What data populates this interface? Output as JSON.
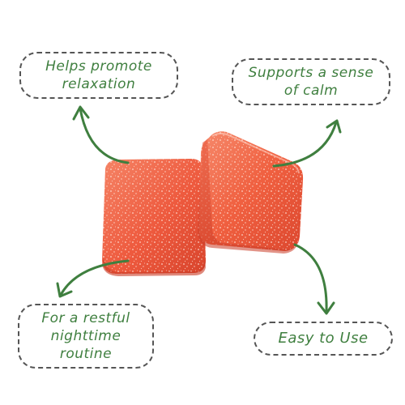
{
  "colors": {
    "background": "#ffffff",
    "callout_text": "#3f7f3f",
    "callout_border": "#555555",
    "arrow": "#3f7f3f",
    "gummy_main": "#ee5a3e",
    "gummy_light": "#f47b5e",
    "gummy_dark": "#d9412a",
    "sugar": "#ffe6dc"
  },
  "callouts": [
    {
      "id": "relaxation",
      "label": "Helps promote\nrelaxation"
    },
    {
      "id": "calm",
      "label": "Supports a sense\nof calm"
    },
    {
      "id": "nighttime",
      "label": "For a restful\nnighttime\nroutine"
    },
    {
      "id": "easy",
      "label": "Easy to Use"
    }
  ],
  "icons": {
    "arrows": "curved-arrow-icon",
    "product": "gummy-squares-image"
  }
}
